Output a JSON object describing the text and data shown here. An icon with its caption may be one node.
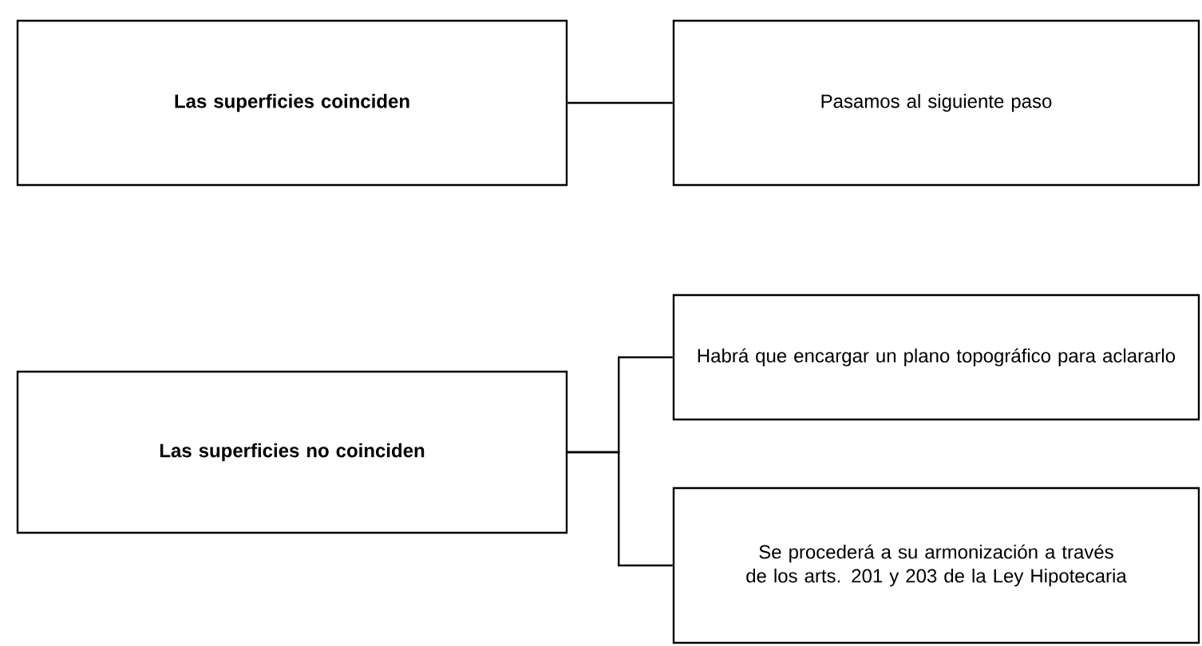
{
  "diagram": {
    "nodes": [
      {
        "text": [
          "Las superficies coinciden"
        ]
      },
      {
        "text": [
          "Pasamos al siguiente paso"
        ]
      },
      {
        "text": [
          "Las superficies no coinciden"
        ]
      },
      {
        "text": [
          "Habrá que encargar un plano topográfico para aclararlo"
        ]
      },
      {
        "text": [
          "Se procederá a su armonización a través de los arts. 201 y 203 de la Ley Hipotecaria"
        ]
      }
    ],
    "edges": [
      {
        "from": 0,
        "to": 1,
        "arrow": "none"
      },
      {
        "from": 2,
        "to": 3,
        "arrow": "none"
      },
      {
        "from": 2,
        "to": 4,
        "arrow": "none"
      }
    ]
  }
}
